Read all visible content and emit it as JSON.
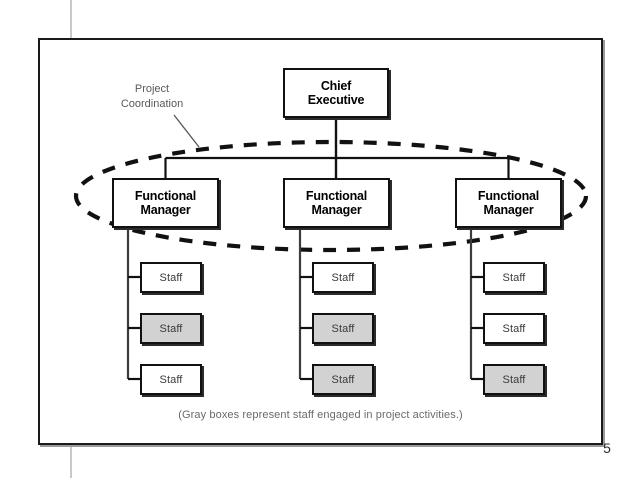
{
  "slide": {
    "page_number": "5",
    "caption": "(Gray boxes represent staff engaged in project activities.)"
  },
  "diagram": {
    "type": "organizational-chart",
    "title_box": {
      "label": "Chief\nExecutive",
      "line1": "Chief",
      "line2": "Executive"
    },
    "annotation": {
      "label": "Project\nCoordination",
      "line1": "Project",
      "line2": "Coordination",
      "color": "#595959",
      "points_to": "dashed-ellipse"
    },
    "ellipse": {
      "name": "project-coordination-ellipse",
      "style": "dashed",
      "color": "#111111",
      "encircles": [
        "Functional Manager",
        "Functional Manager",
        "Functional Manager"
      ]
    },
    "managers": [
      {
        "line1": "Functional",
        "line2": "Manager"
      },
      {
        "line1": "Functional",
        "line2": "Manager"
      },
      {
        "line1": "Functional",
        "line2": "Manager"
      }
    ],
    "columns": [
      {
        "manager_index": 0,
        "staff": [
          {
            "label": "Staff",
            "gray": false
          },
          {
            "label": "Staff",
            "gray": true
          },
          {
            "label": "Staff",
            "gray": false
          }
        ]
      },
      {
        "manager_index": 1,
        "staff": [
          {
            "label": "Staff",
            "gray": false
          },
          {
            "label": "Staff",
            "gray": true
          },
          {
            "label": "Staff",
            "gray": true
          }
        ]
      },
      {
        "manager_index": 2,
        "staff": [
          {
            "label": "Staff",
            "gray": false
          },
          {
            "label": "Staff",
            "gray": false
          },
          {
            "label": "Staff",
            "gray": true
          }
        ]
      }
    ],
    "colors": {
      "line": "#111111",
      "box_fill": "#ffffff",
      "gray_fill": "#d2d2d2",
      "frame": "#1a1a1a",
      "caption": "#6a6a6a"
    }
  }
}
